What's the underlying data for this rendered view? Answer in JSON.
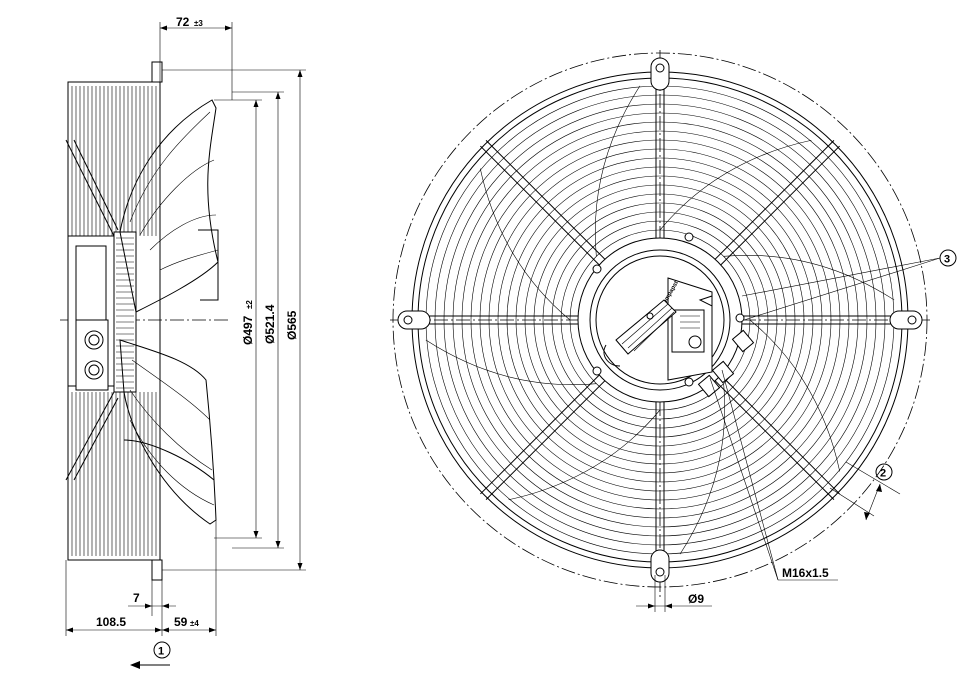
{
  "dimensions": {
    "depth_72": "72",
    "depth_72_tol": "±3",
    "dia_497": "Ø497",
    "dia_497_tol": "±2",
    "dia_521": "Ø521.4",
    "dia_565": "Ø565",
    "offset_7": "7",
    "depth_108": "108.5",
    "depth_59": "59",
    "depth_59_tol": "±4",
    "hole_dia": "Ø9",
    "thread": "M16x1.5"
  },
  "callouts": {
    "c1": "1",
    "c2": "2",
    "c3": "3"
  },
  "icons": {
    "airflow": "airflow-direction-arrow-icon",
    "front_view": "fan-guard-front-view-icon",
    "side_view": "fan-side-view-icon"
  }
}
